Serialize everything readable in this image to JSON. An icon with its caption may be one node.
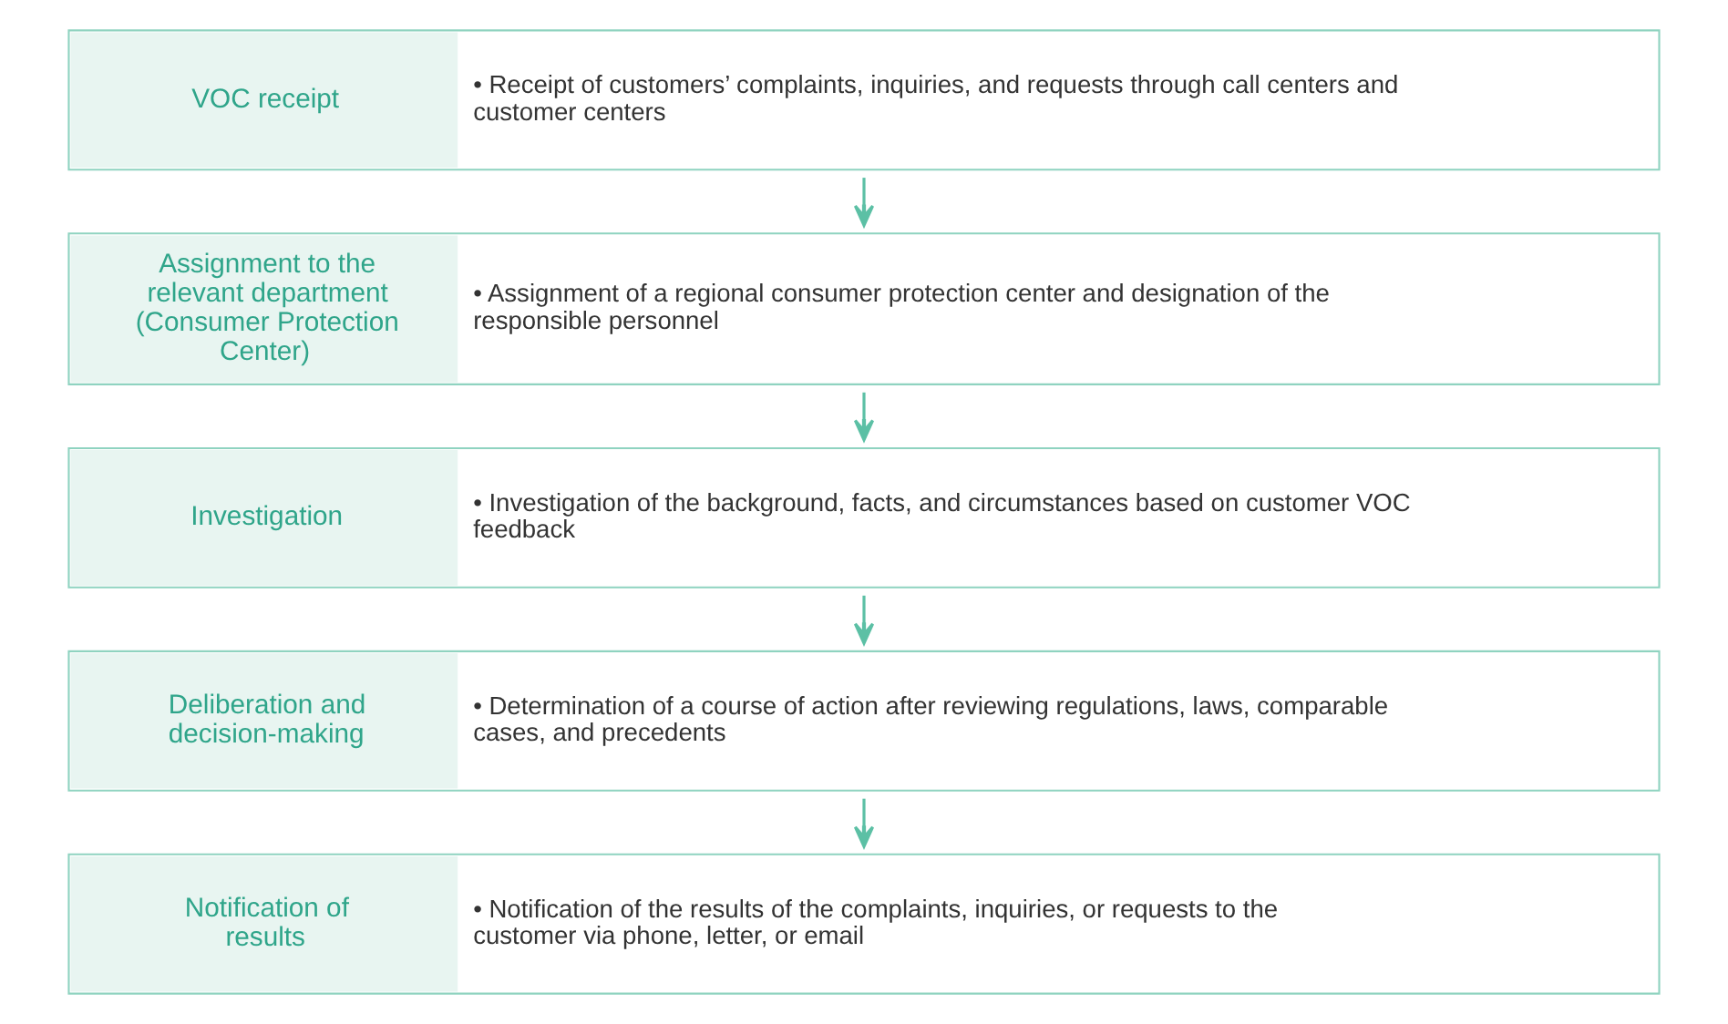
{
  "diagram": {
    "nodes": [
      {
        "text": [
          "VOC receipt",
          "• Receipt of customers’ complaints, inquiries, and requests through call centers and customer centers"
        ]
      },
      {
        "text": [
          "Assignment to the relevant department (Consumer Protection Center)",
          "• Assignment of a regional consumer protection center and designation of the responsible personnel"
        ]
      },
      {
        "text": [
          "Investigation",
          "• Investigation of the background, facts, and circumstances based on customer VOC feedback"
        ]
      },
      {
        "text": [
          "Deliberation and decision-making",
          "• Determination of a course of action after reviewing regulations, laws, comparable cases, and precedents"
        ]
      },
      {
        "text": [
          "Notification of results",
          "• Notification of the results of the complaints, inquiries, or requests to the customer via phone, letter, or email"
        ]
      }
    ],
    "edges": [
      {
        "from": 0,
        "to": 1,
        "arrow": "to"
      },
      {
        "from": 1,
        "to": 2,
        "arrow": "to"
      },
      {
        "from": 2,
        "to": 3,
        "arrow": "to"
      },
      {
        "from": 3,
        "to": 4,
        "arrow": "to"
      }
    ]
  }
}
